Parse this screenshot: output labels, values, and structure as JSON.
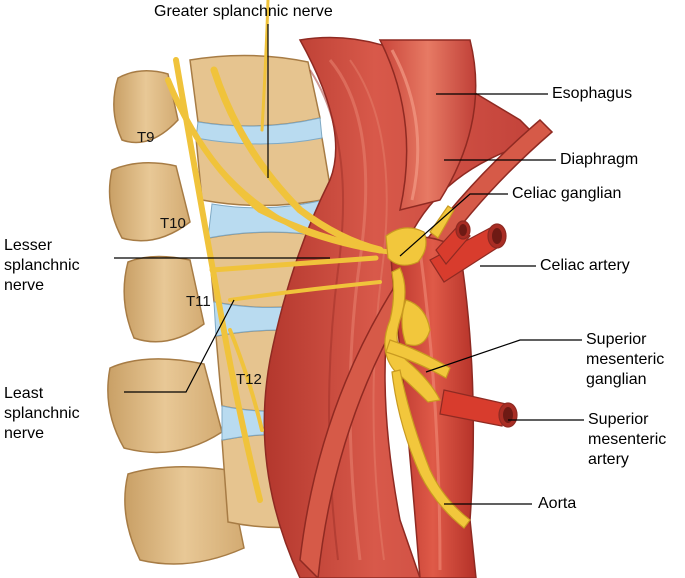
{
  "figure": {
    "labels": {
      "greater_splanchnic": "Greater splanchnic nerve",
      "esophagus": "Esophagus",
      "diaphragm": "Diaphragm",
      "celiac_ganglion": "Celiac ganglian",
      "celiac_artery": "Celiac artery",
      "lesser_splanchnic": [
        "Lesser",
        "splanchnic",
        "nerve"
      ],
      "superior_mesenteric_ganglion": [
        "Superior",
        "mesenteric",
        "ganglian"
      ],
      "least_splanchnic": [
        "Least",
        "splanchnic",
        "nerve"
      ],
      "superior_mesenteric_artery": [
        "Superior",
        "mesenteric",
        "artery"
      ],
      "aorta": "Aorta"
    },
    "vertebrae": [
      "T9",
      "T10",
      "T11",
      "T12"
    ],
    "colors": {
      "bone": "#e3c08c",
      "bone_shadow": "#b98d55",
      "disc": "#b8d8ec",
      "nerve": "#f2c73c",
      "muscle": "#c9453a",
      "muscle_light": "#e06a55",
      "artery": "#d23a2c"
    }
  }
}
